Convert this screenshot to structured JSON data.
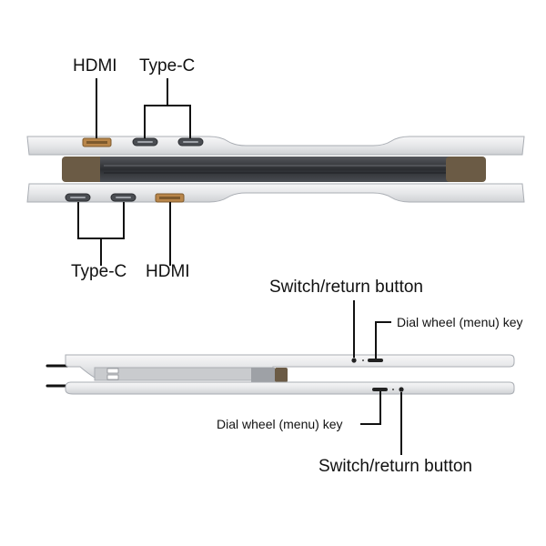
{
  "labels": {
    "top_hdmi": "HDMI",
    "top_typec": "Type-C",
    "bottom_typec": "Type-C",
    "bottom_hdmi": "HDMI",
    "switch_top": "Switch/return button",
    "dial_top": "Dial wheel (menu) key",
    "dial_bottom": "Dial wheel (menu) key",
    "switch_bottom": "Switch/return button"
  },
  "colors": {
    "chassis": "#e9eaec",
    "chassis_edge": "#a9adb3",
    "hinge": "#3a3d42",
    "hinge_end": "#6b5b45",
    "hdmi_port": "#b9864a",
    "typec_port": "#4a4d52",
    "stand_gray": "#c9cbce",
    "leader": "#111111"
  },
  "icons": [
    "hdmi-port-icon",
    "typec-port-icon",
    "switch-button-icon",
    "dial-wheel-icon"
  ]
}
